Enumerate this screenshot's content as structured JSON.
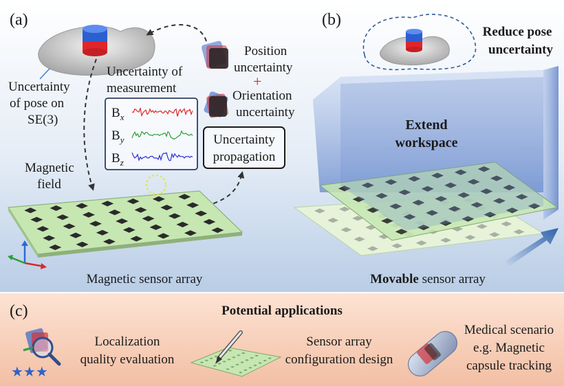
{
  "panel_a": {
    "label": "(a)",
    "pose_uncertainty": [
      "Uncertainty",
      "of pose on",
      "SE(3)"
    ],
    "measurement_uncertainty": [
      "Uncertainty of",
      "measurement"
    ],
    "signals": [
      {
        "base": "B",
        "sub": "x",
        "color": "#e0262b"
      },
      {
        "base": "B",
        "sub": "y",
        "color": "#2f9d3c"
      },
      {
        "base": "B",
        "sub": "z",
        "color": "#2b2fd6"
      }
    ],
    "position_uncertainty": [
      "Position",
      "uncertainty"
    ],
    "plus": "+",
    "orientation_uncertainty": [
      "Orientation",
      "uncertainty"
    ],
    "propagation": [
      "Uncertainty",
      "propagation"
    ],
    "magnetic_field": [
      "Magnetic",
      "field"
    ],
    "sensor_array": "Magnetic sensor array"
  },
  "panel_b": {
    "label": "(b)",
    "reduce": [
      "Reduce pose",
      "uncertainty"
    ],
    "extend": [
      "Extend",
      "workspace"
    ],
    "movable_bold": "Movable",
    "movable_rest": " sensor array"
  },
  "panel_c": {
    "label": "(c)",
    "title": "Potential applications",
    "app1": [
      "Localization",
      "quality evaluation"
    ],
    "app2": [
      "Sensor array",
      "configuration design"
    ],
    "app3": [
      "Medical scenario",
      "e.g. Magnetic",
      "capsule tracking"
    ],
    "stars": "★★★"
  },
  "colors": {
    "panel_bg_top": "#ffffff",
    "panel_bg_bottom": "#b9cde6",
    "bottom_band": "#f6cdb6",
    "board_green": "#c6e6b2",
    "chip": "#2a2a2a",
    "box_blue": "#7f9fd4",
    "magnet_blue": "#2b5fd0",
    "magnet_red": "#e0262b"
  }
}
